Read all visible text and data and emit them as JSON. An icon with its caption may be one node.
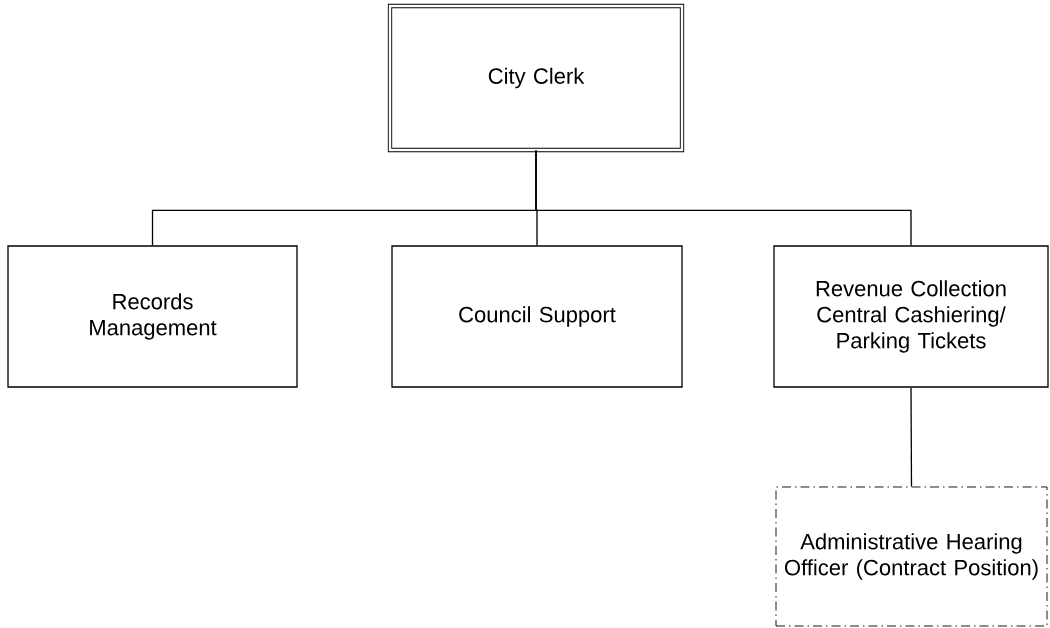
{
  "diagram": {
    "nodes": [
      {
        "text": [
          "City Clerk"
        ]
      },
      {
        "text": [
          "Records Management"
        ]
      },
      {
        "text": [
          "Council Support"
        ]
      },
      {
        "text": [
          "Revenue Collection Central Cashiering/ Parking Tickets"
        ]
      },
      {
        "text": [
          "Administrative Hearing Officer (Contract Position)"
        ]
      }
    ],
    "edges": [
      {
        "from": 0,
        "to": 1,
        "arrow": "none"
      },
      {
        "from": 0,
        "to": 2,
        "arrow": "none"
      },
      {
        "from": 0,
        "to": 3,
        "arrow": "none"
      },
      {
        "from": 3,
        "to": 4,
        "arrow": "none"
      }
    ]
  }
}
